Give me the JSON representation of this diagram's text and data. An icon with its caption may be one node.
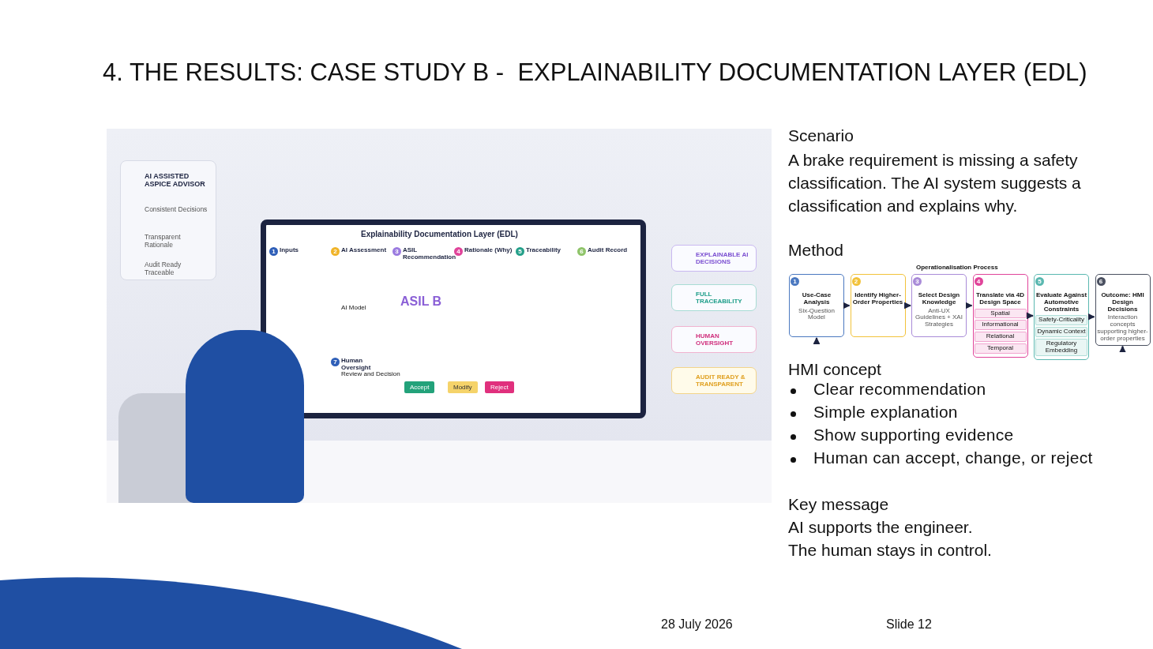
{
  "diagram": {
    "title": "4. THE RESULTS: CASE STUDY B -  EXPLAINABILITY DOCUMENTATION LAYER (EDL)",
    "nodes": [
      {
        "text": [
          "1",
          "Use-Case Analysis",
          "Six-Question Model"
        ]
      },
      {
        "text": [
          "2",
          "Identify Higher-Order Properties"
        ]
      },
      {
        "text": [
          "3",
          "Select Design Knowledge",
          "Anti-UX Guidelines + XAI Strategies"
        ]
      },
      {
        "text": [
          "4",
          "Translate via 4D Design Space"
        ]
      },
      {
        "text": [
          "Spatial"
        ],
        "in": 3
      },
      {
        "text": [
          "Informational"
        ],
        "in": 3
      },
      {
        "text": [
          "Relational"
        ],
        "in": 3
      },
      {
        "text": [
          "Temporal"
        ],
        "in": 3
      },
      {
        "text": [
          "5",
          "Evaluate Against Automotive Constraints"
        ]
      },
      {
        "text": [
          "Safety-Criticality"
        ],
        "in": 8
      },
      {
        "text": [
          "Dynamic Context"
        ],
        "in": 8
      },
      {
        "text": [
          "Regulatory Embedding"
        ],
        "in": 8
      },
      {
        "text": [
          "6",
          "Outcome: HMI Design Decisions",
          "Interaction concepts supporting higher-order properties"
        ]
      }
    ],
    "edges": [
      {
        "from": 0,
        "to": 1,
        "arrow": "to"
      },
      {
        "from": 1,
        "to": 2,
        "arrow": "to"
      },
      {
        "from": 2,
        "to": 3,
        "arrow": "to"
      },
      {
        "from": 3,
        "to": 8,
        "arrow": "to"
      },
      {
        "from": 8,
        "to": 12,
        "arrow": "to"
      },
      {
        "from": null,
        "to": 0,
        "arrow": "to"
      },
      {
        "from": null,
        "to": 12,
        "arrow": "to"
      }
    ],
    "labels": [
      "Scenario",
      "A brake requirement is missing a safety classification. The AI system suggests a classification and explains why.",
      "Method",
      "Operationalisation Process",
      "HMI concept",
      "Clear recommendation",
      "Simple explanation",
      "Show supporting evidence",
      "Human can accept, change, or reject",
      "Key message",
      "AI supports the engineer.",
      "The human stays in control.",
      "AI ASSISTED ASPICE ADVISOR",
      "Consistent Decisions",
      "Transparent Rationale",
      "Audit Ready Traceable",
      "Explainability Documentation Layer (EDL)",
      "1",
      "Inputs",
      "2",
      "AI Assessment",
      "3",
      "ASIL Recommendation",
      "4",
      "Rationale (Why)",
      "5",
      "Traceability",
      "6",
      "Audit Record",
      "AI Model",
      "ASIL B",
      "7",
      "Human Oversight",
      "Review and Decision",
      "Accept",
      "Modify",
      "Reject",
      "EXPLAINABLE AI DECISIONS",
      "FULL TRACEABILITY",
      "HUMAN OVERSIGHT",
      "AUDIT READY & TRANSPARENT",
      "28 July 2026",
      "Slide 12"
    ]
  }
}
